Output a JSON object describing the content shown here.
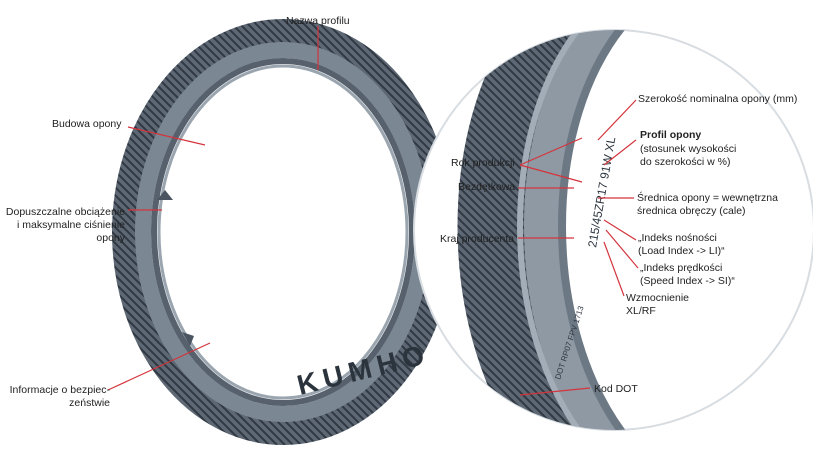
{
  "labels": {
    "nazwa_profilu": "Nazwa profilu",
    "budowa_opony": "Budowa opony",
    "dopuszczalne_1": "Dopuszczalne obciążenie",
    "dopuszczalne_2": "i maksymalne ciśnienie",
    "dopuszczalne_3": "opony",
    "informacje_1": "Informacje o bezpiec-",
    "informacje_2": "zeństwie",
    "szerokosc": "Szerokość nominalna opony (mm)",
    "profil_1": "Profil opony",
    "profil_2": "(stosunek wysokości",
    "profil_3": "do szerokości w %)",
    "rok": "Rok produkcji",
    "bezdetkowa": "Bezdętkowa",
    "srednica_1": "Średnica opony = wewnętrzna",
    "srednica_2": "średnica obręczy (cale)",
    "kraj": "Kraj producenta",
    "indeks_nosnosci_1": "„Indeks nośności",
    "indeks_nosnosci_2": "(Load Index -> LI)“",
    "indeks_predkosci_1": "„Indeks prędkości",
    "indeks_predkosci_2": "(Speed Index -> SI)“",
    "wzmocnienie_1": "Wzmocnienie",
    "wzmocnienie_2": "XL/RF",
    "kod_dot": "Kod DOT"
  },
  "sidewall": {
    "brand": "KUMHO",
    "size": "215/45ZR17 91W XL",
    "dot_code": "DOT RP07 FPV 1713"
  },
  "colors": {
    "leader_line": "#d4343c",
    "tire_dark": "#3a4450",
    "tire_mid": "#5b6774",
    "tire_light": "#8d98a3"
  }
}
